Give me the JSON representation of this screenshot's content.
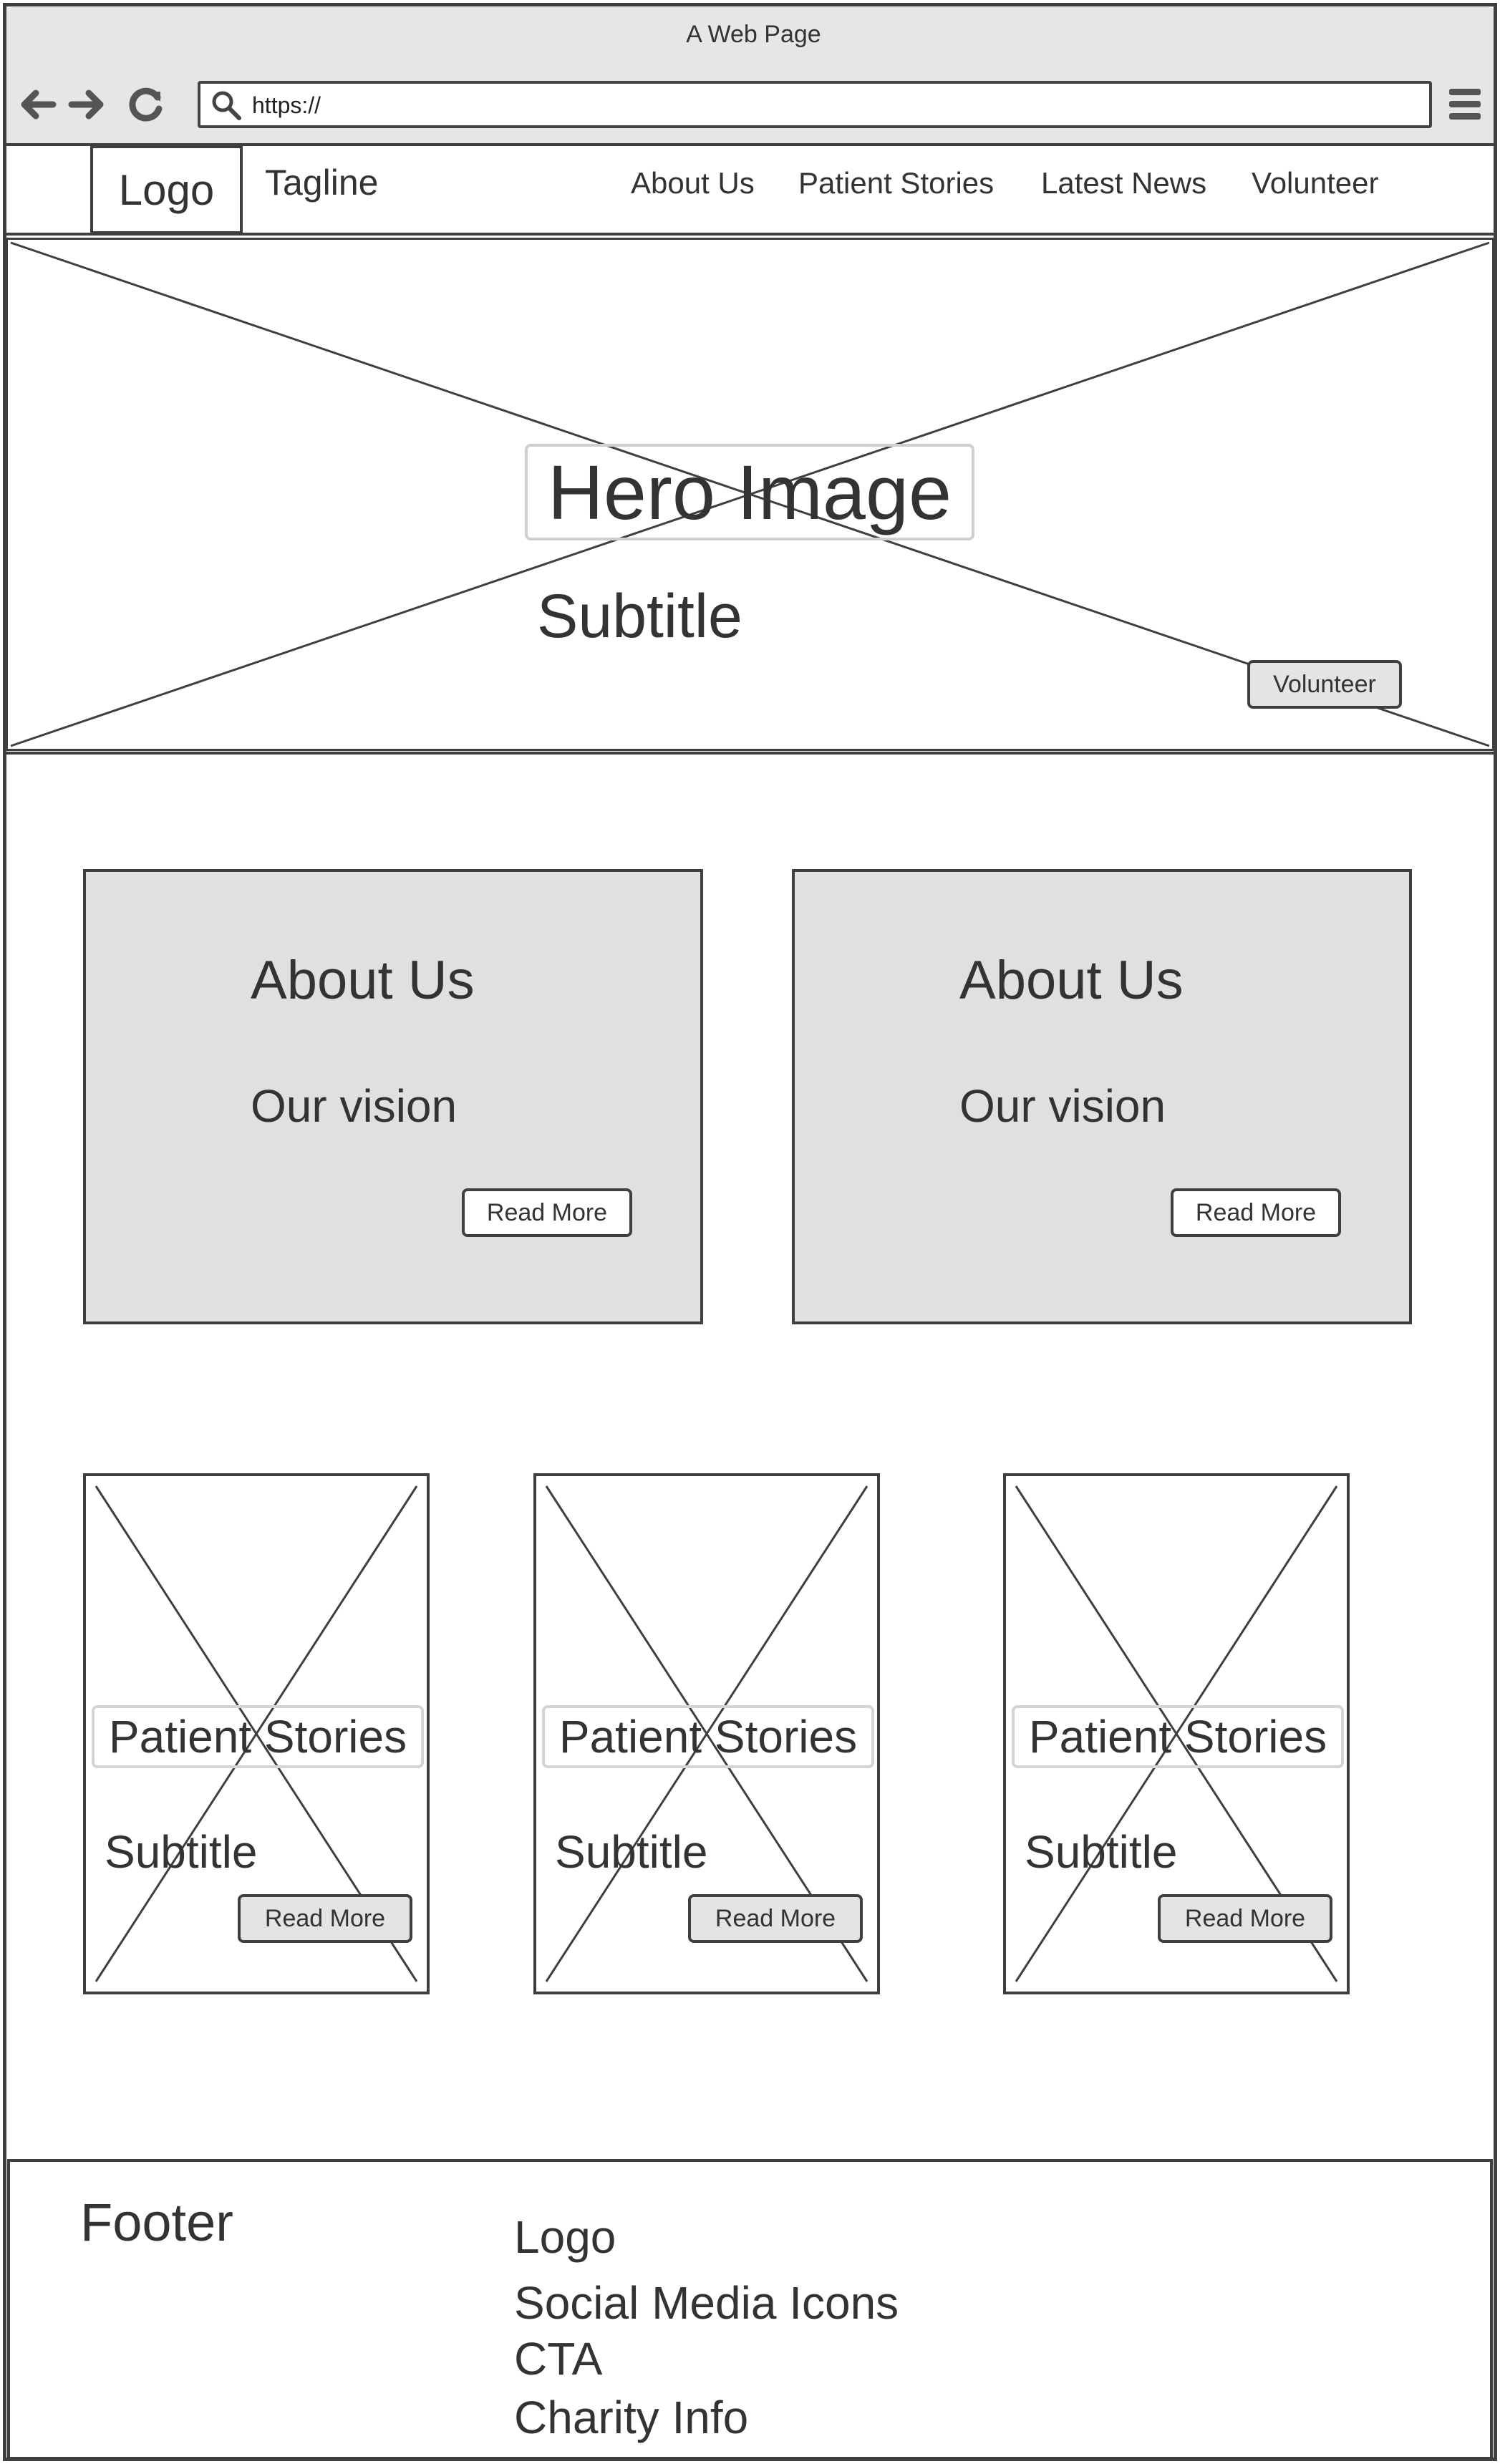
{
  "browser": {
    "window_title": "A Web Page",
    "url": "https://"
  },
  "header": {
    "logo": "Logo",
    "tagline": "Tagline",
    "nav": [
      "About Us",
      "Patient Stories",
      "Latest News",
      "Volunteer"
    ]
  },
  "hero": {
    "title": "Hero Image",
    "subtitle": "Subtitle",
    "button": "Volunteer"
  },
  "about_cards": [
    {
      "title": "About Us",
      "subtitle": "Our vision",
      "button": "Read More"
    },
    {
      "title": "About Us",
      "subtitle": "Our vision",
      "button": "Read More"
    }
  ],
  "story_cards": [
    {
      "title": "Patient Stories",
      "subtitle": "Subtitle",
      "button": "Read More"
    },
    {
      "title": "Patient Stories",
      "subtitle": "Subtitle",
      "button": "Read More"
    },
    {
      "title": "Patient Stories",
      "subtitle": "Subtitle",
      "button": "Read More"
    }
  ],
  "footer": {
    "title": "Footer",
    "items": [
      "Logo",
      "Social Media Icons",
      "CTA",
      "Charity Info"
    ]
  }
}
